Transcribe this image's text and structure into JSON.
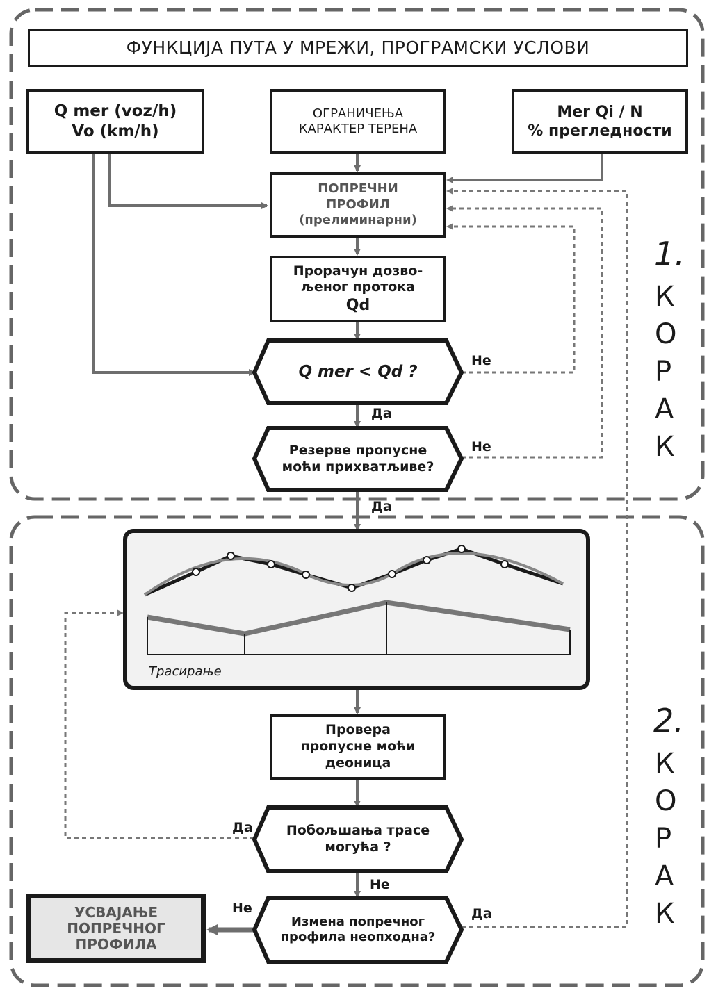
{
  "header": {
    "title": "ФУНКЦИЈА ПУТА У МРЕЖИ, ПРОГРАМСКИ УСЛОВИ"
  },
  "inputs": {
    "left": {
      "line1": "Q mer (voz/h)",
      "line2": "Vo (km/h)"
    },
    "center": {
      "line1": "ОГРАНИЧЕЊА",
      "line2": "КАРАКТЕР ТЕРЕНА"
    },
    "right": {
      "line1": "Mer Qi / N",
      "line2": "% прегледности"
    }
  },
  "step1": {
    "cross_section": {
      "line1": "ПОПРЕЧНИ",
      "line2": "ПРОФИЛ",
      "line3": "(прелиминарни)"
    },
    "calc": {
      "line1": "Прорачун дозво-",
      "line2": "љеног протока",
      "line3": "Qd"
    },
    "decision1": "Q mer < Qd ?",
    "decision2": {
      "line1": "Резерве пропусне",
      "line2": "моћи прихватљиве?"
    },
    "label": {
      "number": "1.",
      "word": [
        "К",
        "О",
        "Р",
        "А",
        "К"
      ]
    }
  },
  "step2": {
    "routing_caption": "Трасирање",
    "check": {
      "line1": "Провера",
      "line2": "пропусне моћи",
      "line3": "деоница"
    },
    "decision3": {
      "line1": "Побољшања трасе",
      "line2": "могућа ?"
    },
    "decision4": {
      "line1": "Измена попречног",
      "line2": "профила неопходна?"
    },
    "result": {
      "line1": "УСВАЈАЊЕ",
      "line2": "ПОПРЕЧНОГ",
      "line3": "ПРОФИЛА"
    },
    "label": {
      "number": "2.",
      "word": [
        "К",
        "О",
        "Р",
        "А",
        "К"
      ]
    }
  },
  "edge_labels": {
    "yes": "Да",
    "no": "Не"
  },
  "colors": {
    "line": "#1a1a1a",
    "arrow": "#6e6e6e",
    "dashed": "#777777",
    "panel": "#f2f2f2",
    "result_bg": "#e6e6e6",
    "result_text": "#555555"
  }
}
